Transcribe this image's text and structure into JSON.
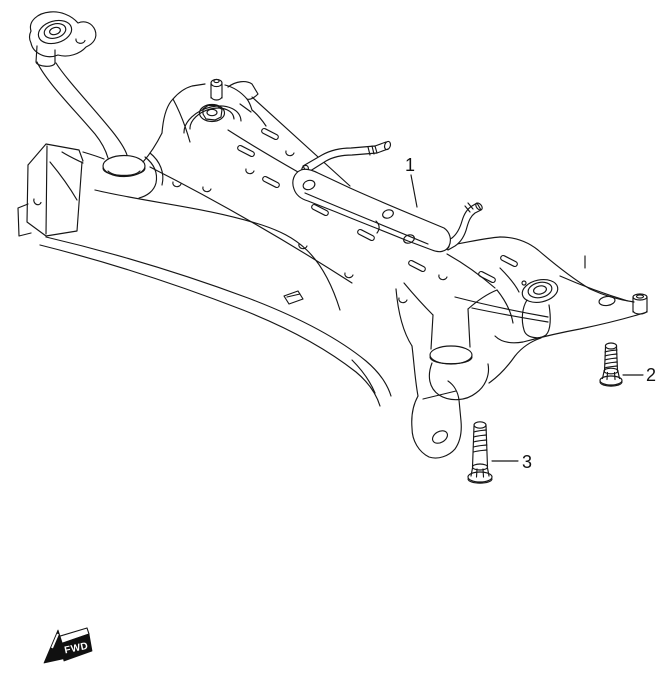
{
  "diagram": {
    "background_color": "#ffffff",
    "line_color": "#161616",
    "callouts": [
      {
        "label": "1"
      },
      {
        "label": "2"
      },
      {
        "label": "3"
      }
    ],
    "direction_marker": {
      "label": "FWD"
    }
  }
}
